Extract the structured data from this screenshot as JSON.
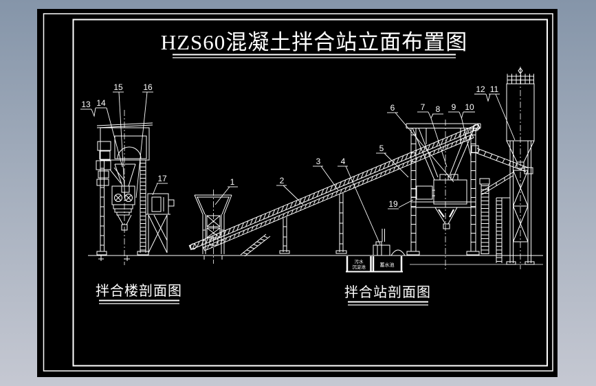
{
  "window": {
    "colors": {
      "backdrop_top": "#8595a9",
      "backdrop_bottom": "#c5c8d2",
      "canvas": "#000000",
      "lines": "#ffffff"
    }
  },
  "title": "HZS60混凝土拌合站立面布置图",
  "views": {
    "left_label": "拌合楼剖面图",
    "right_label": "拌合站剖面图"
  },
  "pits": {
    "left_line1": "污水",
    "left_line2": "沉淀池",
    "right_label": "蓄水池"
  },
  "callouts": [
    "1",
    "2",
    "3",
    "4",
    "5",
    "6",
    "7",
    "8",
    "9",
    "10",
    "11",
    "12",
    "13",
    "14",
    "15",
    "16",
    "17",
    "19"
  ]
}
